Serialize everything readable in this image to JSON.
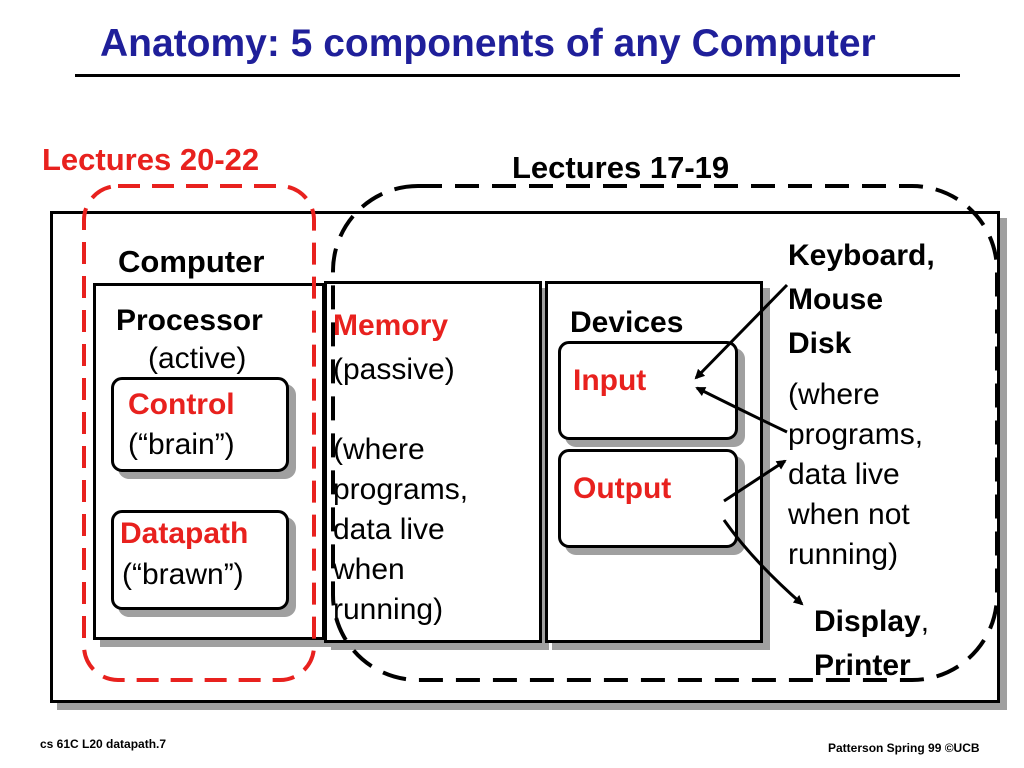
{
  "title": "Anatomy: 5 components of any Computer",
  "lecture_groups": {
    "processor_lectures": "Lectures 20-22",
    "io_memory_lectures": "Lectures 17-19"
  },
  "computer": {
    "label": "Computer",
    "processor": {
      "label": "Processor",
      "subtitle": "(active)",
      "control": {
        "label": "Control",
        "note": "(“brain”)"
      },
      "datapath": {
        "label": "Datapath",
        "note": "(“brawn”)"
      }
    },
    "memory": {
      "label": "Memory",
      "lines": [
        "(passive)",
        "",
        "(where",
        "programs,",
        "data live",
        "when",
        "running)"
      ]
    },
    "devices": {
      "label": "Devices",
      "input": "Input",
      "output": "Output"
    }
  },
  "external": {
    "input_devices": [
      "Keyboard,",
      "Mouse"
    ],
    "disk": "Disk",
    "disk_note_lines": [
      "(where",
      "programs,",
      "data live",
      "when not",
      "running)"
    ],
    "output_devices": {
      "display": "Display",
      "comma": ",",
      "printer": "Printer"
    }
  },
  "footer": {
    "left": "cs 61C  L20  datapath.7",
    "right": "Patterson Spring 99  ©UCB"
  },
  "colors": {
    "title": "#1f1f9a",
    "accent_red": "#e8211e",
    "shadow": "#a0a0a0"
  }
}
